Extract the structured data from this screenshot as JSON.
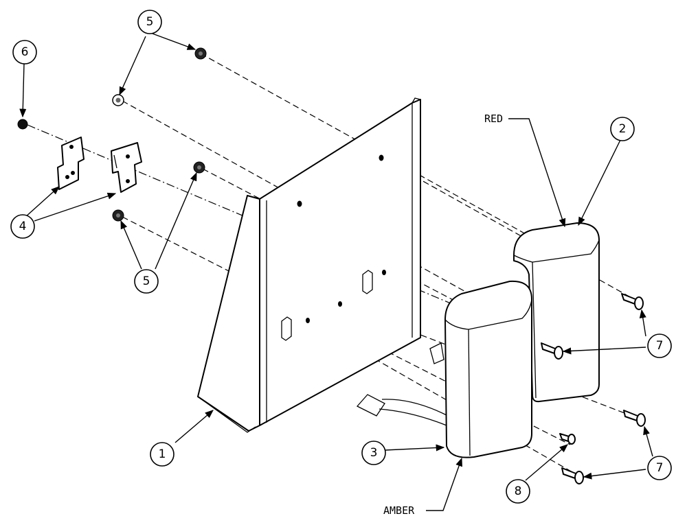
{
  "callouts": {
    "red": "RED",
    "amber": "AMBER"
  },
  "balloons": [
    {
      "id": "b1",
      "label": "1"
    },
    {
      "id": "b2",
      "label": "2"
    },
    {
      "id": "b3",
      "label": "3"
    },
    {
      "id": "b4",
      "label": "4"
    },
    {
      "id": "b5a",
      "label": "5"
    },
    {
      "id": "b5b",
      "label": "5"
    },
    {
      "id": "b6",
      "label": "6"
    },
    {
      "id": "b7a",
      "label": "7"
    },
    {
      "id": "b7b",
      "label": "7"
    },
    {
      "id": "b8",
      "label": "8"
    }
  ]
}
